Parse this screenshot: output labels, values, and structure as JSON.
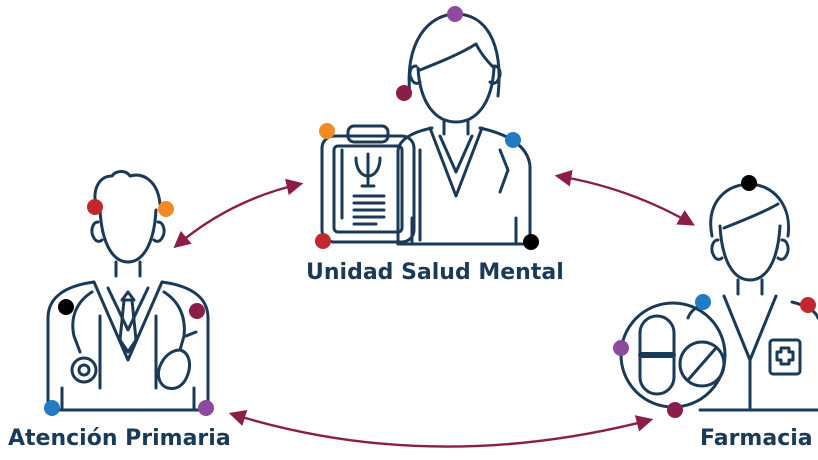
{
  "nodes": {
    "usm": {
      "label": "Unidad Salud Mental"
    },
    "ap": {
      "label": "Atención Primaria"
    },
    "far": {
      "label": "Farmacia"
    }
  },
  "colors": {
    "outline": "#1b3a57",
    "arrow": "#8b1d4a",
    "dot_purple": "#8e4a9c",
    "dot_red": "#c1272d",
    "dot_orange": "#f08a24",
    "dot_blue": "#1f7cc4",
    "dot_maroon": "#8b1d4a",
    "dot_black": "#000000"
  },
  "icons": {
    "usm": "clinician-with-psychology-clipboard-icon",
    "ap": "doctor-with-stethoscope-icon",
    "far": "pharmacist-with-pills-icon"
  },
  "connections": [
    {
      "from": "ap",
      "to": "usm",
      "bidirectional": true
    },
    {
      "from": "usm",
      "to": "far",
      "bidirectional": true
    },
    {
      "from": "ap",
      "to": "far",
      "bidirectional": true
    }
  ]
}
